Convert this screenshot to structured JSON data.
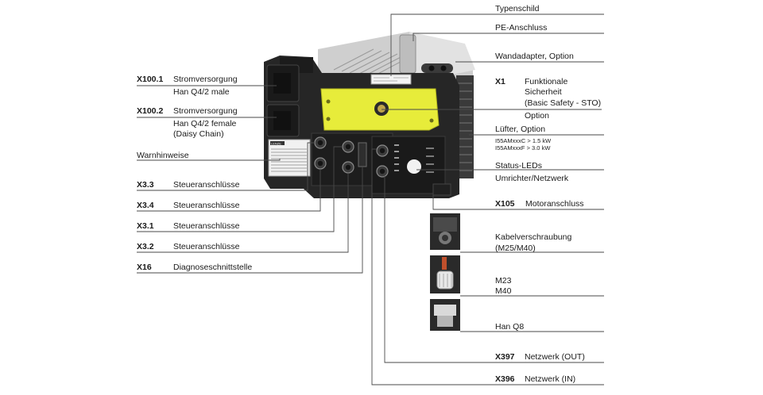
{
  "left_labels": [
    {
      "id": "x100_1",
      "code": "X100.1",
      "lines": [
        "Stromversorgung",
        "Han Q4/2 male"
      ]
    },
    {
      "id": "x100_2",
      "code": "X100.2",
      "lines": [
        "Stromversorgung",
        "Han Q4/2 female",
        "(Daisy Chain)"
      ]
    },
    {
      "id": "warn",
      "code": "",
      "lines": [
        "Warnhinweise"
      ]
    },
    {
      "id": "x3_3",
      "code": "X3.3",
      "lines": [
        "Steueranschlüsse"
      ]
    },
    {
      "id": "x3_4",
      "code": "X3.4",
      "lines": [
        "Steueranschlüsse"
      ]
    },
    {
      "id": "x3_1",
      "code": "X3.1",
      "lines": [
        "Steueranschlüsse"
      ]
    },
    {
      "id": "x3_2",
      "code": "X3.2",
      "lines": [
        "Steueranschlüsse"
      ]
    },
    {
      "id": "x16",
      "code": "X16",
      "lines": [
        "Diagnoseschnittstelle"
      ]
    }
  ],
  "right_labels": [
    {
      "id": "typenschild",
      "code": "",
      "lines": [
        "Typenschild"
      ]
    },
    {
      "id": "pe",
      "code": "",
      "lines": [
        "PE-Anschluss"
      ]
    },
    {
      "id": "wandadapter",
      "code": "",
      "lines": [
        "Wandadapter, Option"
      ]
    },
    {
      "id": "x1",
      "code": "X1",
      "lines": [
        "Funktionale",
        "Sicherheit",
        "(Basic Safety - STO)",
        "Option"
      ]
    },
    {
      "id": "luefter",
      "code": "",
      "lines": [
        "Lüfter, Option"
      ],
      "small": [
        "I55AMxxxC > 1.5 kW",
        "I55AMxxxF > 3.0 kW"
      ]
    },
    {
      "id": "status",
      "code": "",
      "lines": [
        "Status-LEDs",
        "Umrichter/Netzwerk"
      ]
    },
    {
      "id": "x105",
      "code": "X105",
      "lines": [
        "Motoranschluss"
      ]
    },
    {
      "id": "kabel",
      "code": "",
      "lines": [
        "Kabelverschraubung",
        "(M25/M40)"
      ]
    },
    {
      "id": "m23",
      "code": "",
      "lines": [
        "M23",
        "M40"
      ]
    },
    {
      "id": "han",
      "code": "",
      "lines": [
        "Han Q8"
      ]
    },
    {
      "id": "x397",
      "code": "X397",
      "lines": [
        "Netzwerk (OUT)"
      ]
    },
    {
      "id": "x396",
      "code": "X396",
      "lines": [
        "Netzwerk (IN)"
      ]
    }
  ],
  "colors": {
    "housing": "#2b2b2b",
    "panel": "#1f1f1f",
    "yellow": "#e7ec3a",
    "heatsink": "#d9d9d9",
    "line": "#4a4a4a"
  },
  "device": {
    "brand_mark": "LENZE"
  }
}
